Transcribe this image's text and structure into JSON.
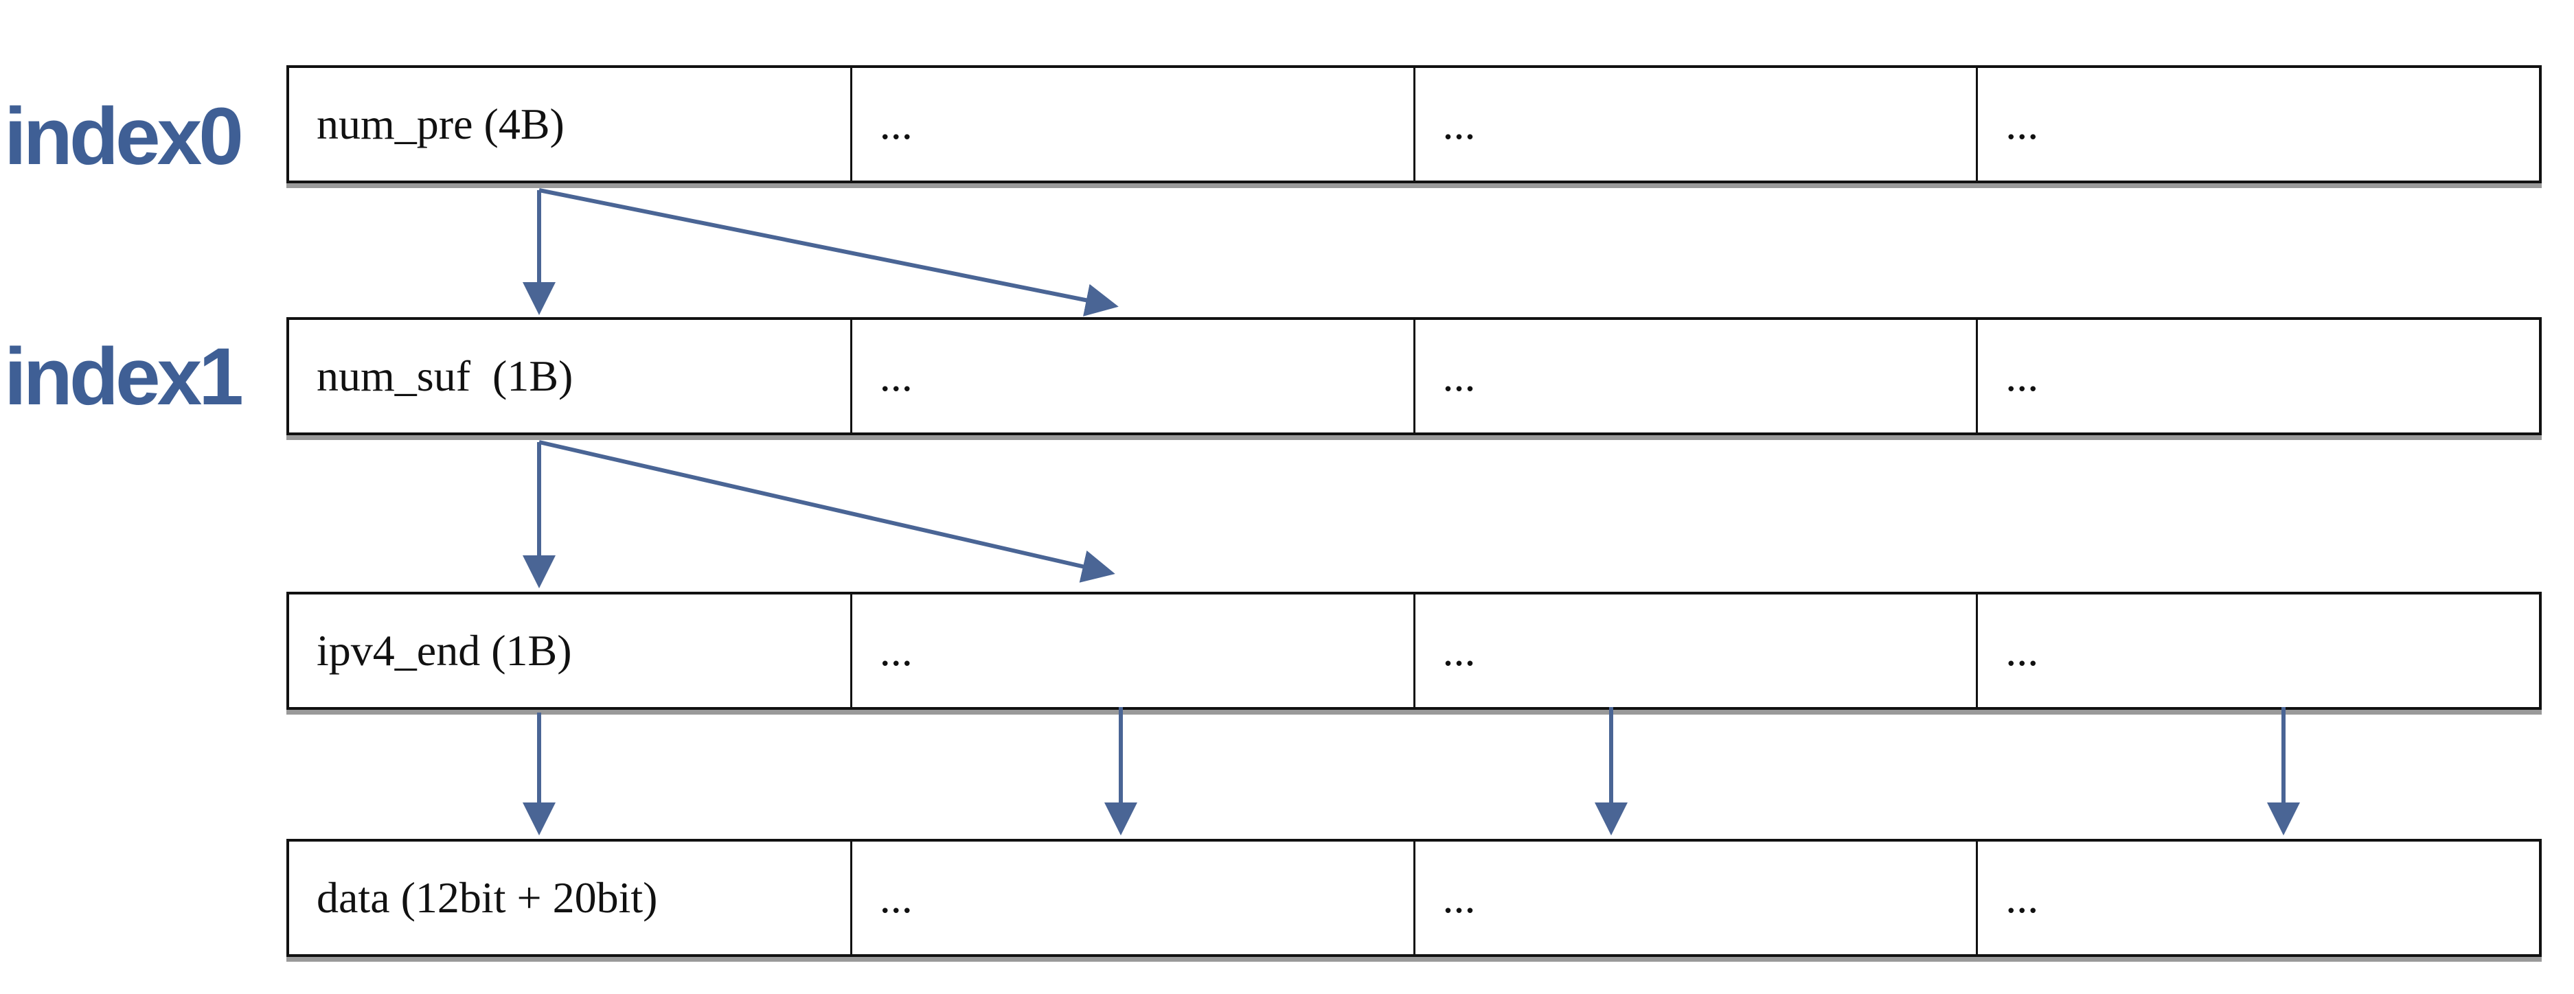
{
  "labels": {
    "index0": "index0",
    "index1": "index1"
  },
  "rows": [
    {
      "cells": [
        "num_pre (4B)",
        "...",
        "...",
        "..."
      ]
    },
    {
      "cells": [
        "num_suf  (1B)",
        "...",
        "...",
        "..."
      ]
    },
    {
      "cells": [
        "ipv4_end (1B)",
        "...",
        "...",
        "..."
      ]
    },
    {
      "cells": [
        "data (12bit + 20bit)",
        "...",
        "...",
        "..."
      ]
    }
  ],
  "colors": {
    "label": "#3f5f95",
    "arrow": "#4a6595",
    "border": "#111111"
  }
}
